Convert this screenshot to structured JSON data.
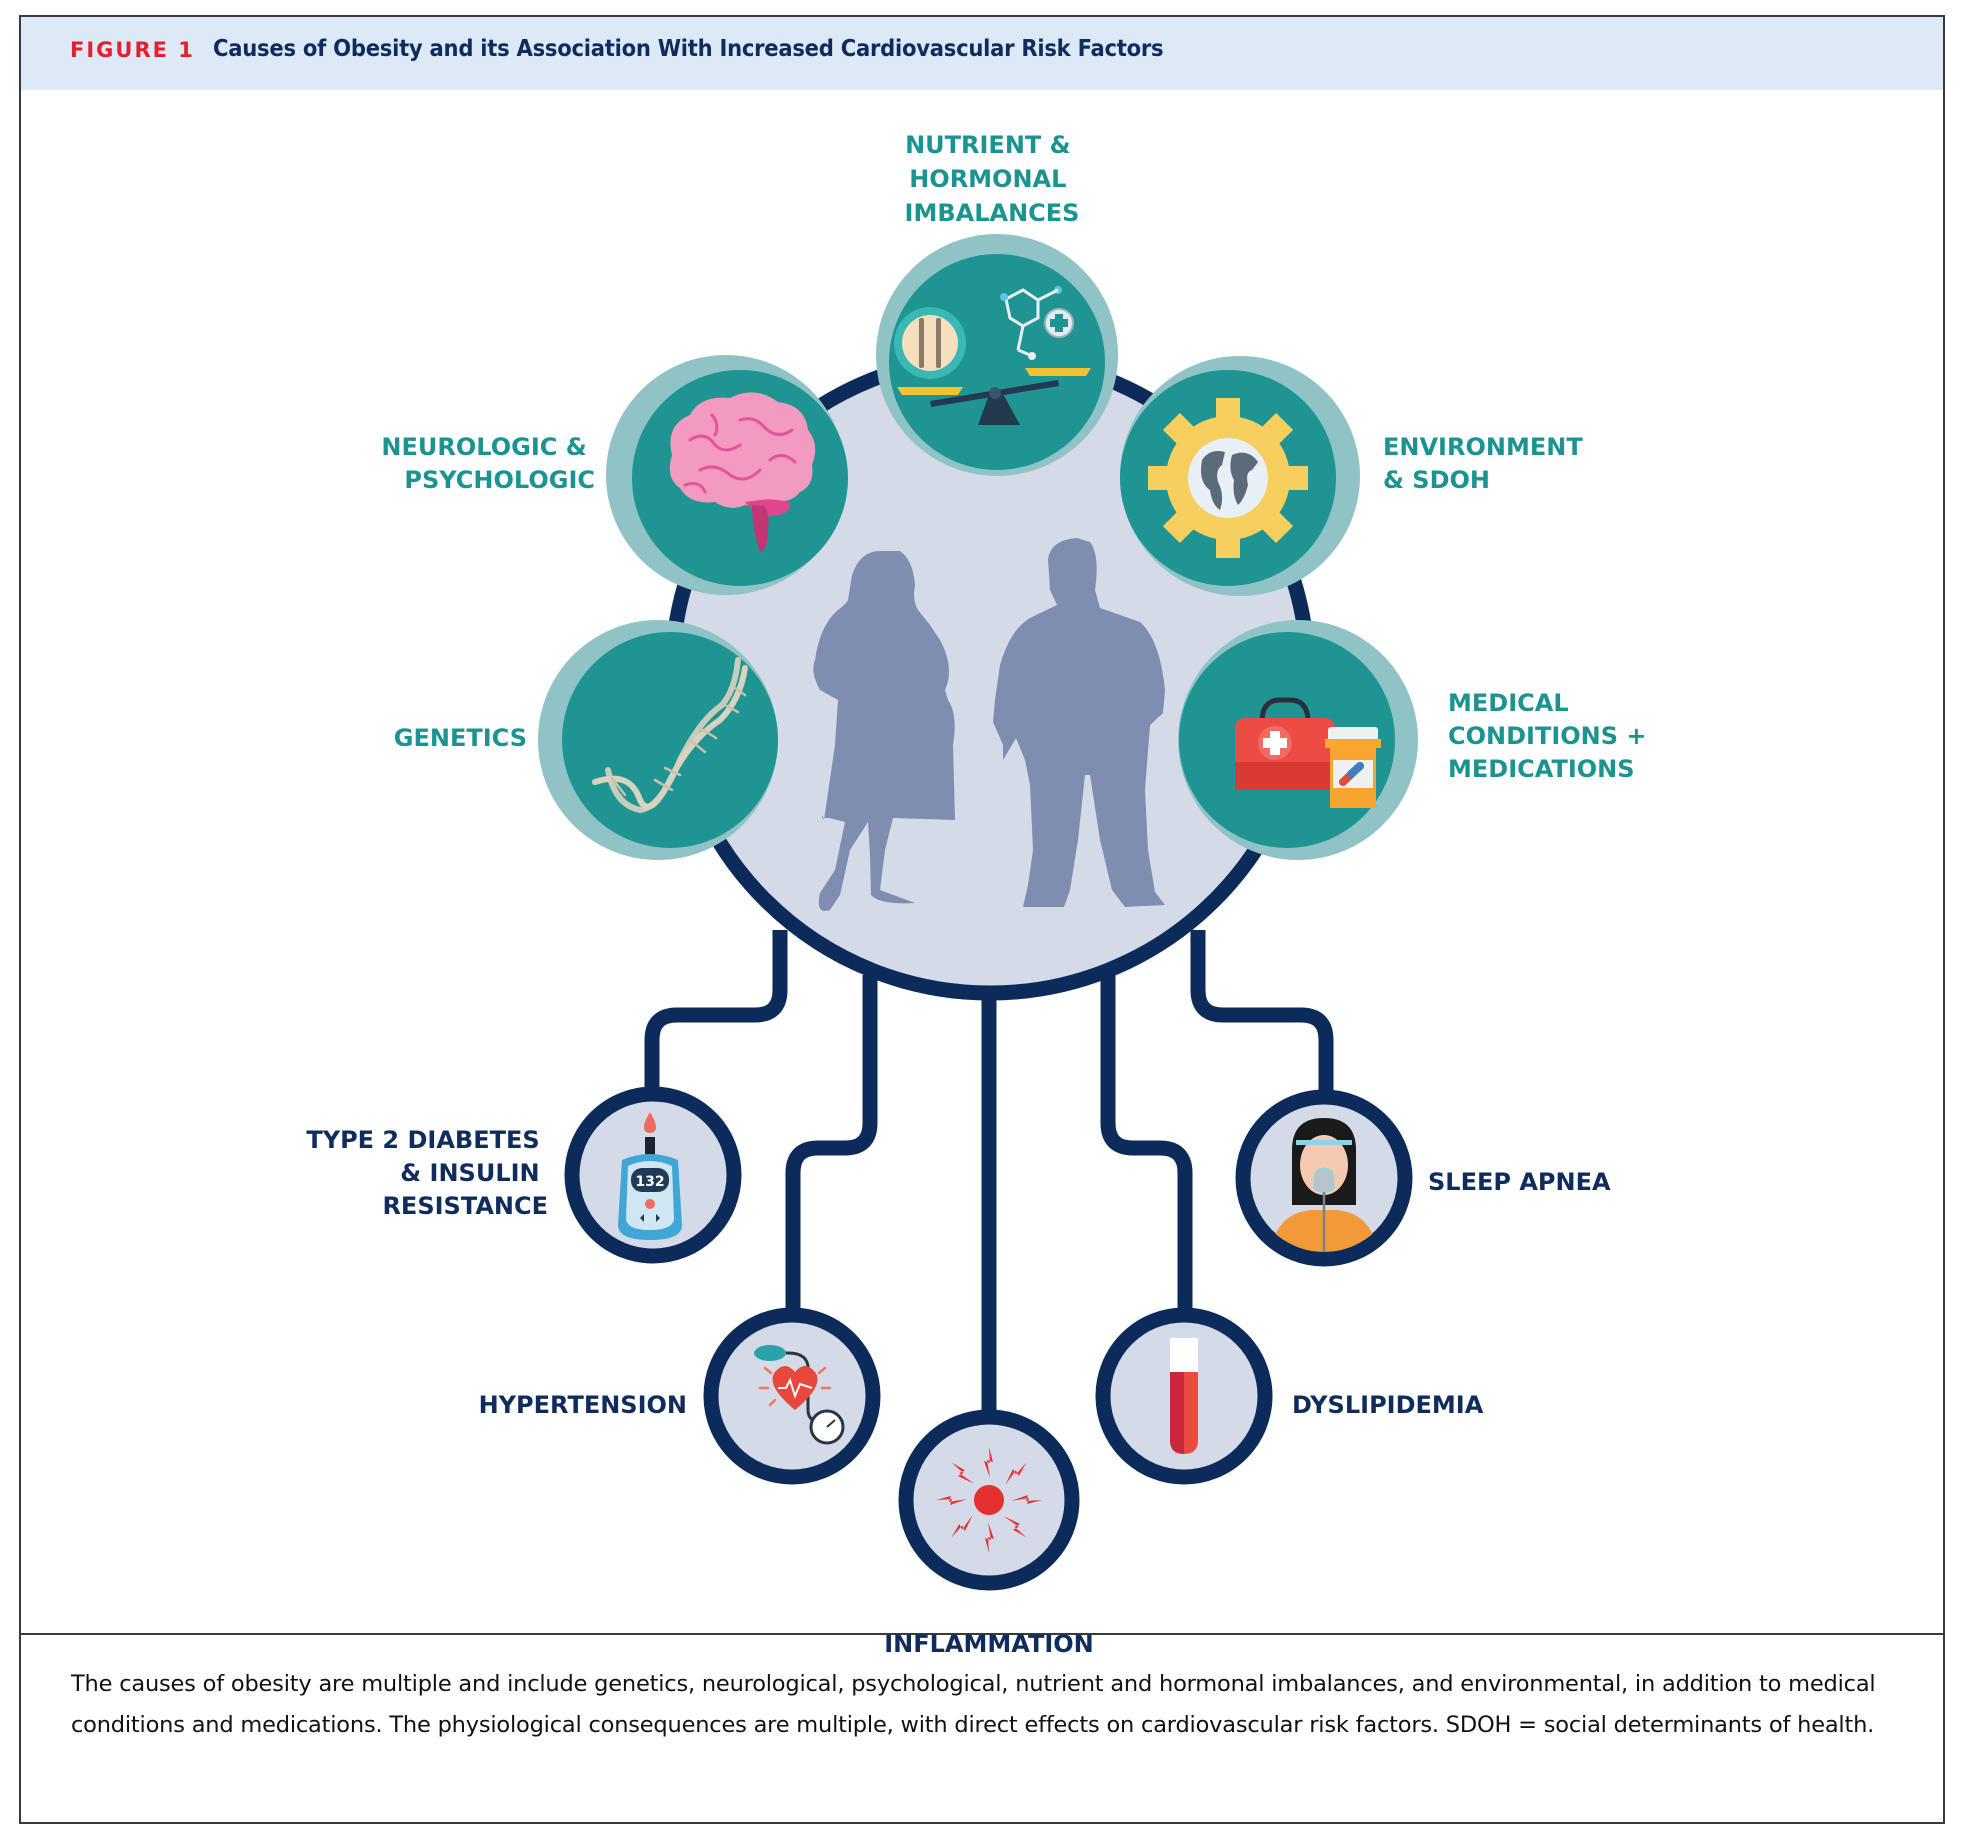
{
  "figure": {
    "label": "FIGURE 1",
    "title": "Causes of Obesity and its Association With Increased Cardiovascular Risk Factors"
  },
  "causes": [
    {
      "id": "nutrient",
      "lines": [
        "NUTRIENT &",
        "HORMONAL",
        "IMBALANCES"
      ],
      "icon": "scale-plate-molecule-icon"
    },
    {
      "id": "neuro",
      "lines": [
        "NEUROLOGIC &",
        "PSYCHOLOGIC"
      ],
      "icon": "brain-icon"
    },
    {
      "id": "environment",
      "lines": [
        "ENVIRONMENT",
        "& SDOH"
      ],
      "icon": "gear-globe-icon"
    },
    {
      "id": "genetics",
      "lines": [
        "GENETICS"
      ],
      "icon": "dna-icon"
    },
    {
      "id": "medical",
      "lines": [
        "MEDICAL",
        "CONDITIONS +",
        "MEDICATIONS"
      ],
      "icon": "medkit-pill-bottle-icon"
    }
  ],
  "consequences": [
    {
      "id": "diabetes",
      "lines": [
        "TYPE 2 DIABETES",
        "& INSULIN",
        "RESISTANCE"
      ],
      "icon": "glucose-meter-icon",
      "meter_reading": "132"
    },
    {
      "id": "hypertension",
      "lines": [
        "HYPERTENSION"
      ],
      "icon": "blood-pressure-heart-icon"
    },
    {
      "id": "inflammation",
      "lines": [
        "INFLAMMATION"
      ],
      "icon": "inflammation-burst-icon"
    },
    {
      "id": "dyslipidemia",
      "lines": [
        "DYSLIPIDEMIA"
      ],
      "icon": "blood-test-tube-icon"
    },
    {
      "id": "sleep",
      "lines": [
        "SLEEP APNEA"
      ],
      "icon": "cpap-mask-person-icon"
    }
  ],
  "center": {
    "icon": "obese-silhouettes-icon"
  },
  "caption": "The causes of obesity are multiple and include genetics, neurological, psychological, nutrient and hormonal imbalances, and environmental, in addition to medical conditions and medications. The physiological consequences are multiple, with direct effects on cardiovascular risk factors. SDOH = social determinants of health.",
  "colors": {
    "teal": "#1e9593",
    "teal_ring": "#8fc3c5",
    "navy": "#0d2b5a",
    "center_fill": "#d4dae7",
    "silhouette": "#7e8db0",
    "header_bg": "#dde9f7",
    "figure_label": "#e3202c"
  }
}
